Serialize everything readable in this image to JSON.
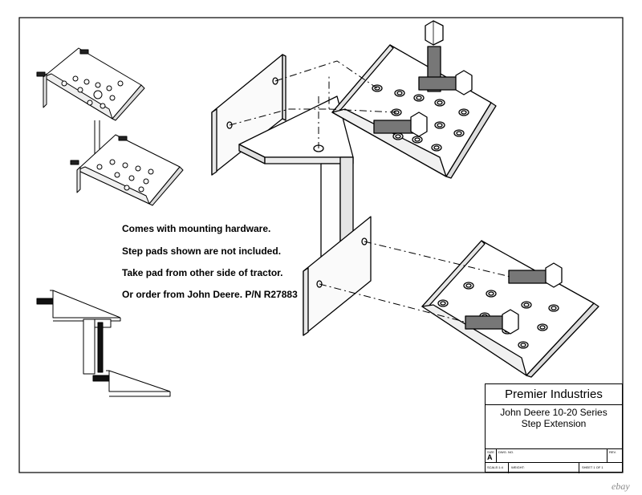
{
  "notes": [
    "Comes with mounting hardware.",
    "Step pads shown are not included.",
    "Take pad from other side of tractor.",
    "Or order from John Deere. P/N R27883"
  ],
  "title_block": {
    "company": "Premier Industries",
    "title_line1": "John Deere 10-20 Series",
    "title_line2": "Step Extension",
    "size_label": "SIZE",
    "size_value": "A",
    "dwg_no_label": "DWG. NO.",
    "rev_label": "REV.",
    "scale_label": "SCALE:1:4",
    "weight_label": "WEIGHT:",
    "sheet_label": "SHEET 1 OF 1"
  },
  "watermark": "ebay"
}
